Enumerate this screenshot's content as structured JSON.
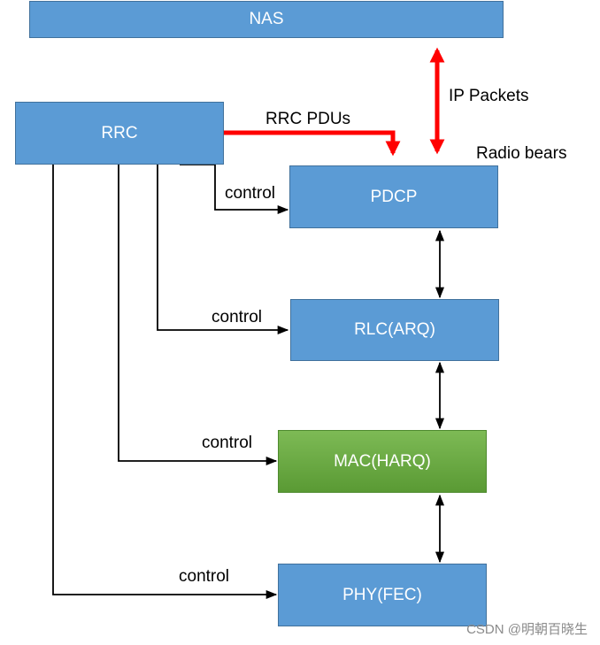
{
  "nodes": {
    "nas": "NAS",
    "rrc": "RRC",
    "pdcp": "PDCP",
    "rlc": "RLC(ARQ)",
    "mac": "MAC(HARQ)",
    "phy": "PHY(FEC)"
  },
  "labels": {
    "ip_packets": "IP Packets",
    "rrc_pdus": "RRC PDUs",
    "radio_bears": "Radio bears",
    "control_pdcp": "control",
    "control_rlc": "control",
    "control_mac": "control",
    "control_phy": "control"
  },
  "colors": {
    "layer_fill": "#5b9bd5",
    "mac_fill": "#70ad47",
    "highlight_arrow": "#ff0000",
    "connector": "#000000"
  },
  "watermark": "CSDN @明朝百晓生"
}
